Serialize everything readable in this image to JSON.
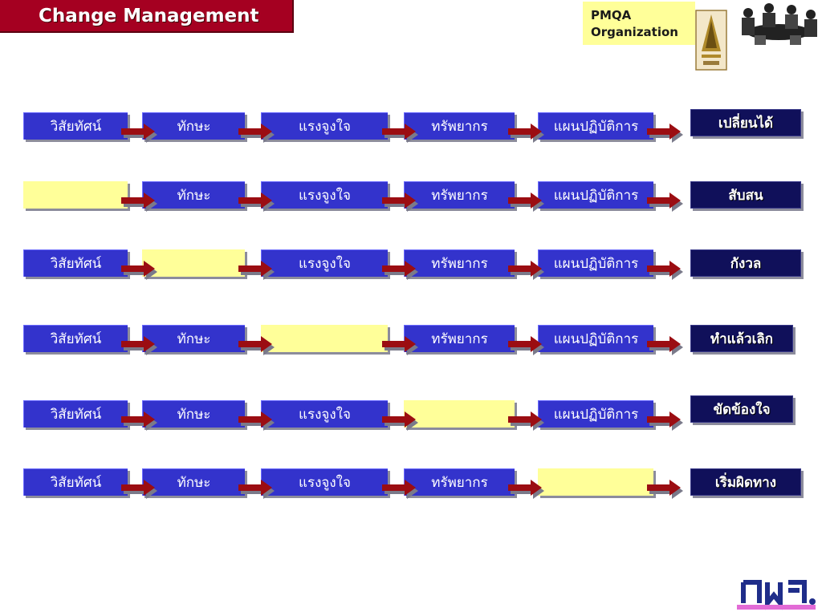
{
  "header": {
    "title": "Change Management",
    "badge_text": "PMQA\nOrganization"
  },
  "components": [
    "วิสัยทัศน์",
    "ทักษะ",
    "แรงจูงใจ",
    "ทรัพยากร",
    "แผนปฏิบัติการ"
  ],
  "rows": [
    {
      "missing_index": -1,
      "outcome": "เปลี่ยนได้"
    },
    {
      "missing_index": 0,
      "outcome": "สับสน"
    },
    {
      "missing_index": 1,
      "outcome": "กังวล"
    },
    {
      "missing_index": 2,
      "outcome": "ทำแล้วเลิก"
    },
    {
      "missing_index": 3,
      "outcome": "ขัดข้องใจ"
    },
    {
      "missing_index": 4,
      "outcome": "เริ่มผิดทาง"
    }
  ],
  "colors": {
    "title_bg": "#a50021",
    "component_bg": "#3333cc",
    "outcome_bg": "#10105a",
    "missing_bg": "#ffff99",
    "arrow": "#9b0d12",
    "badge_bg": "#ffff99"
  },
  "icons": {
    "badge_emblem": "pmqa-emblem-icon",
    "badge_people": "meeting-people-icon",
    "footer": "ocsc-logo-icon"
  }
}
